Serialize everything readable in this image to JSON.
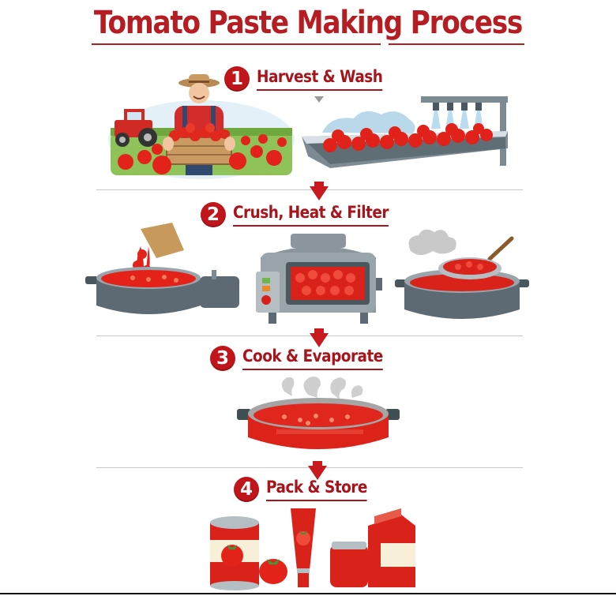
{
  "title": "Tomato Paste Making Process",
  "colors": {
    "accent": "#b51d22",
    "badge": "#c0161b",
    "arrow": "#c8191e",
    "divider": "#c8c8c8",
    "tomato": "#e32219",
    "steel": "#5e6a73"
  },
  "steps": [
    {
      "number": "1",
      "label": "Harvest & Wash",
      "illustrations": [
        "farmer-holding-tomato-crate-with-tractor",
        "washing-conveyor-with-water-sprays"
      ]
    },
    {
      "number": "2",
      "label": "Crush, Heat & Filter",
      "illustrations": [
        "crusher-pot",
        "heating-machine",
        "filter-strainer-pot"
      ]
    },
    {
      "number": "3",
      "label": "Cook & Evaporate",
      "illustrations": [
        "steaming-cooking-pan"
      ]
    },
    {
      "number": "4",
      "label": "Pack & Store",
      "illustrations": [
        "tin-can",
        "tomato",
        "paste-tube",
        "glass-jar",
        "carton-box"
      ]
    }
  ]
}
